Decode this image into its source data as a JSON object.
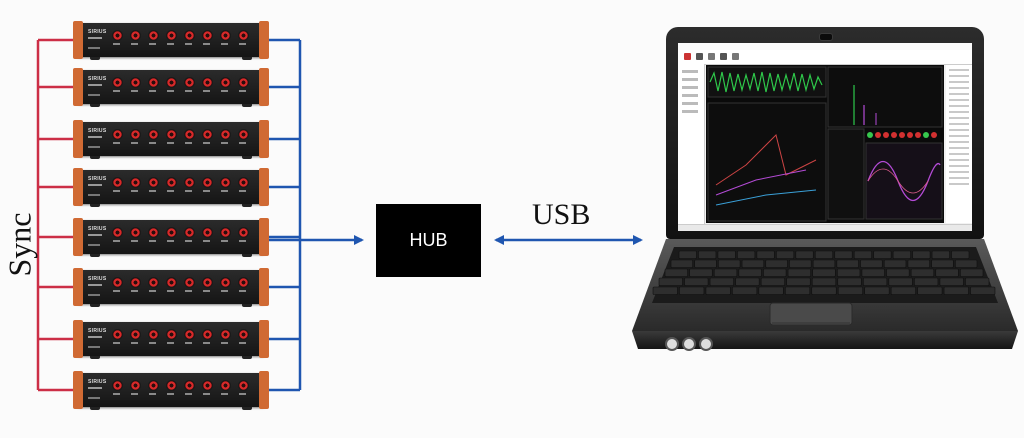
{
  "diagram": {
    "sync_label": "Sync",
    "hub_label": "HUB",
    "usb_label": "USB",
    "device_count": 8,
    "device_brand": "SIRIUS",
    "colors": {
      "sync_line": "#cc2e46",
      "data_line": "#1f56b0",
      "device_accent": "#d06a33",
      "hub_fill": "#000000"
    }
  }
}
